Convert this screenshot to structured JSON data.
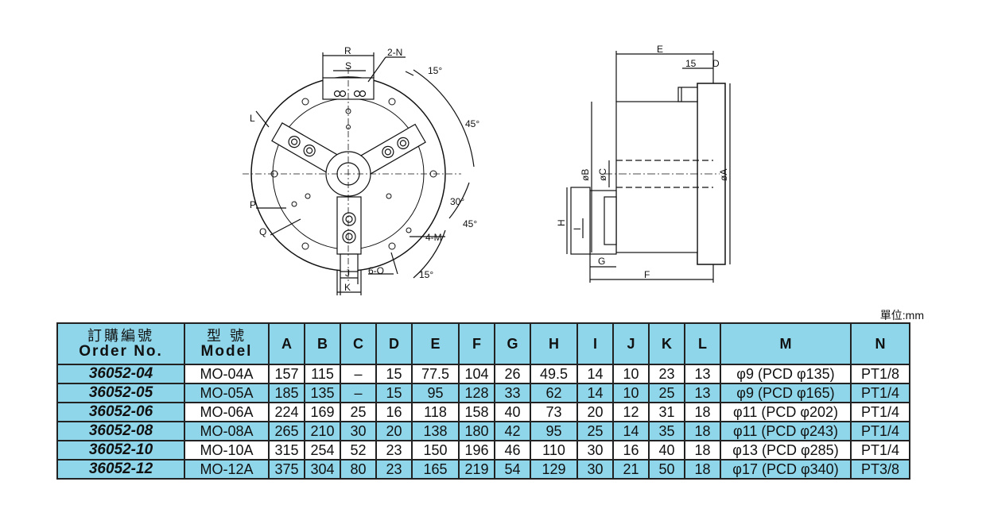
{
  "drawings": {
    "front_labels": [
      "R",
      "S",
      "2-N",
      "15°",
      "45°",
      "L",
      "P",
      "Q",
      "30°",
      "45°",
      "4-M",
      "6-O",
      "15°",
      "J",
      "K"
    ],
    "side_labels": [
      "E",
      "15",
      "D",
      "øB",
      "øC",
      "øA",
      "H",
      "I",
      "G",
      "F"
    ]
  },
  "unit": "單位:mm",
  "table": {
    "headers": {
      "order_zh": "訂購編號",
      "order_en": "Order No.",
      "model_zh": "型 號",
      "model_en": "Model",
      "cols": [
        "A",
        "B",
        "C",
        "D",
        "E",
        "F",
        "G",
        "H",
        "I",
        "J",
        "K",
        "L",
        "M",
        "N"
      ]
    },
    "rows": [
      {
        "order": "36052-04",
        "model": "MO-04A",
        "cells": [
          "157",
          "115",
          "–",
          "15",
          "77.5",
          "104",
          "26",
          "49.5",
          "14",
          "10",
          "23",
          "13",
          "φ9 (PCD φ135)",
          "PT1/8"
        ]
      },
      {
        "order": "36052-05",
        "model": "MO-05A",
        "cells": [
          "185",
          "135",
          "–",
          "15",
          "95",
          "128",
          "33",
          "62",
          "14",
          "10",
          "25",
          "13",
          "φ9 (PCD φ165)",
          "PT1/4"
        ]
      },
      {
        "order": "36052-06",
        "model": "MO-06A",
        "cells": [
          "224",
          "169",
          "25",
          "16",
          "118",
          "158",
          "40",
          "73",
          "20",
          "12",
          "31",
          "18",
          "φ11 (PCD φ202)",
          "PT1/4"
        ]
      },
      {
        "order": "36052-08",
        "model": "MO-08A",
        "cells": [
          "265",
          "210",
          "30",
          "20",
          "138",
          "180",
          "42",
          "95",
          "25",
          "14",
          "35",
          "18",
          "φ11 (PCD φ243)",
          "PT1/4"
        ]
      },
      {
        "order": "36052-10",
        "model": "MO-10A",
        "cells": [
          "315",
          "254",
          "52",
          "23",
          "150",
          "196",
          "46",
          "110",
          "30",
          "16",
          "40",
          "18",
          "φ13 (PCD φ285)",
          "PT1/4"
        ]
      },
      {
        "order": "36052-12",
        "model": "MO-12A",
        "cells": [
          "375",
          "304",
          "80",
          "23",
          "165",
          "219",
          "54",
          "129",
          "30",
          "21",
          "50",
          "18",
          "φ17 (PCD φ340)",
          "PT3/8"
        ]
      }
    ]
  }
}
